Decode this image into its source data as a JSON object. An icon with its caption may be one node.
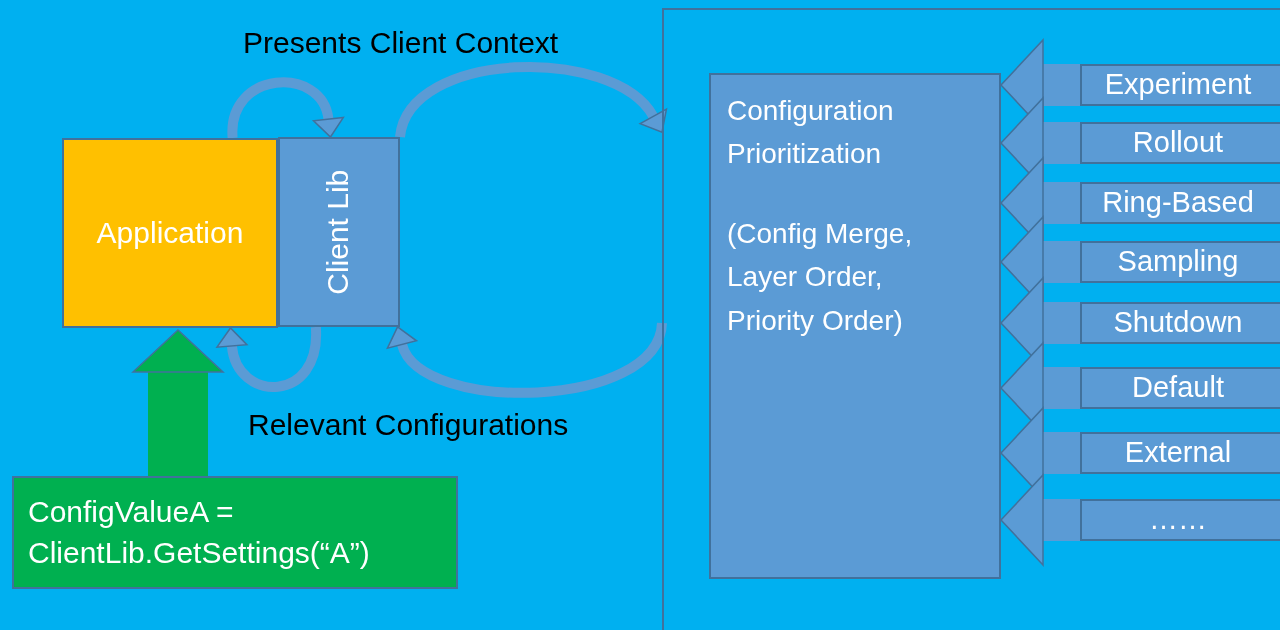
{
  "diagram": {
    "nodes": [
      {
        "text": [
          "Application"
        ]
      },
      {
        "text": [
          "Client Lib"
        ]
      },
      {
        "text": [
          "ConfigValueA = ClientLib.GetSettings(“A”)"
        ]
      },
      {
        "text": [],
        "shape": "box"
      },
      {
        "text": [
          "Configuration Prioritization",
          "(Config Merge, Layer Order, Priority Order)"
        ],
        "in": 3
      },
      {
        "text": [
          "Experiment"
        ],
        "in": 3
      },
      {
        "text": [
          "Rollout"
        ],
        "in": 3
      },
      {
        "text": [
          "Ring-Based"
        ],
        "in": 3
      },
      {
        "text": [
          "Sampling"
        ],
        "in": 3
      },
      {
        "text": [
          "Shutdown"
        ],
        "in": 3
      },
      {
        "text": [
          "Default"
        ],
        "in": 3
      },
      {
        "text": [
          "External"
        ],
        "in": 3
      },
      {
        "text": [
          "……"
        ],
        "in": 3
      }
    ],
    "edges": [
      {
        "from": 0,
        "to": 1,
        "arrow": "to"
      },
      {
        "from": 1,
        "to": 3,
        "arrow": "to"
      },
      {
        "from": 3,
        "to": 1,
        "arrow": "to"
      },
      {
        "from": 1,
        "to": 0,
        "arrow": "to"
      },
      {
        "from": 2,
        "to": 0,
        "arrow": "to",
        "color": "#00b050"
      },
      {
        "from": 5,
        "to": 4,
        "arrow": "to"
      },
      {
        "from": 6,
        "to": 4,
        "arrow": "to"
      },
      {
        "from": 7,
        "to": 4,
        "arrow": "to"
      },
      {
        "from": 8,
        "to": 4,
        "arrow": "to"
      },
      {
        "from": 9,
        "to": 4,
        "arrow": "to"
      },
      {
        "from": 10,
        "to": 4,
        "arrow": "to"
      },
      {
        "from": 11,
        "to": 4,
        "arrow": "to"
      },
      {
        "from": 12,
        "to": 4,
        "arrow": "to"
      }
    ],
    "labels": [
      "Presents Client Context",
      "Relevant Configurations"
    ]
  }
}
